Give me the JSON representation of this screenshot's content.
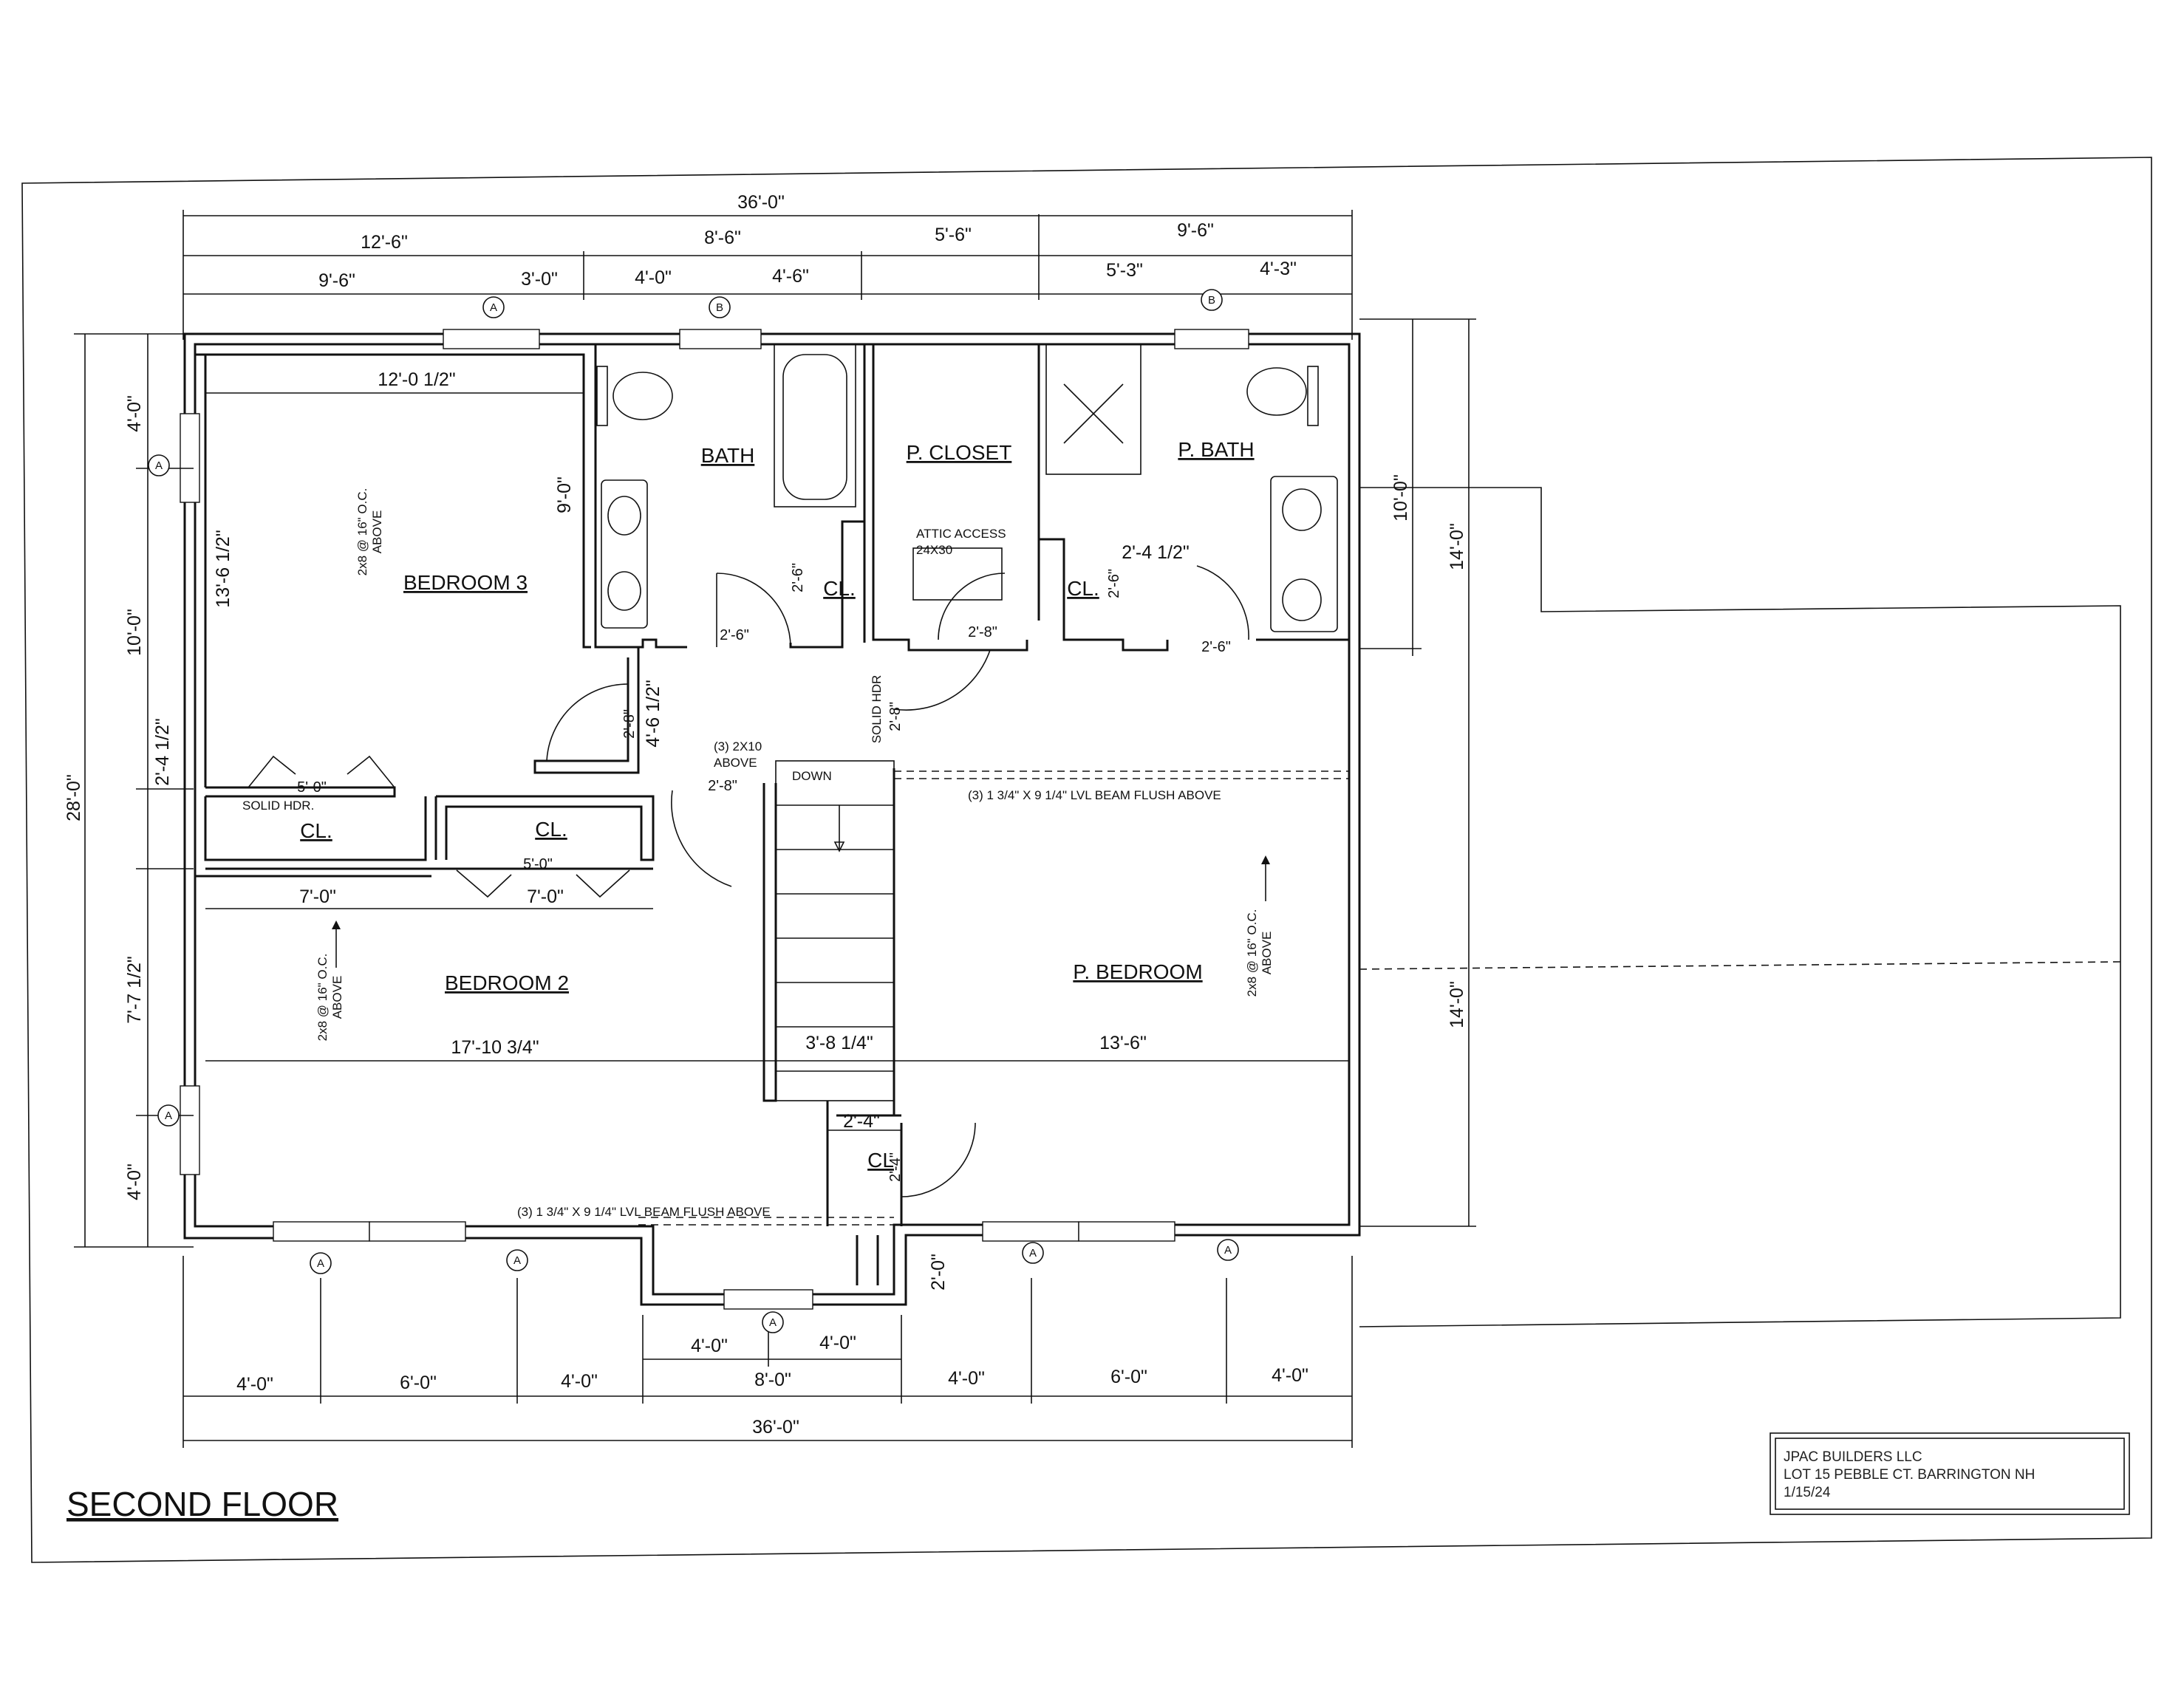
{
  "drawing": {
    "title": "SECOND FLOOR",
    "title_block": {
      "company": "JPAC BUILDERS LLC",
      "location": "LOT 15 PEBBLE CT.  BARRINGTON NH",
      "date": "1/15/24"
    }
  },
  "rooms": {
    "bedroom3": "BEDROOM 3",
    "bath": "BATH",
    "p_closet": "P. CLOSET",
    "p_bath": "P. BATH",
    "bedroom2": "BEDROOM 2",
    "p_bedroom": "P. BEDROOM",
    "cl": "CL.",
    "cl_stair": "CL"
  },
  "notes": {
    "joist": "2x8 @ 16\" O.C.",
    "above": "ABOVE",
    "attic_access": "ATTIC ACCESS",
    "attic_size": "24X30",
    "solid_hdr": "SOLID HDR.",
    "solid_hdr_v": "SOLID HDR",
    "header_2x10": "(3) 2X10",
    "header_above": "ABOVE",
    "lvl_beam": "(3) 1 3/4\" X 9 1/4\" LVL BEAM  FLUSH ABOVE",
    "down": "DOWN"
  },
  "grid_marks": {
    "a": "A",
    "b": "B"
  },
  "dims": {
    "overall_width": "36'-0\"",
    "overall_depth": "28'-0\"",
    "top_row2": [
      "12'-6\"",
      "8'-6\"",
      "5'-6\"",
      "9'-6\""
    ],
    "top_row3": [
      "9'-6\"",
      "3'-0\"",
      "4'-0\"",
      "4'-6\"",
      "5'-3\"",
      "4'-3\""
    ],
    "left_row": [
      "4'-0\"",
      "10'-0\"",
      "2'-4 1/2\"",
      "7'-7 1/2\"",
      "4'-0\""
    ],
    "right_row": [
      "10'-0\"",
      "14'-0\"",
      "14'-0\""
    ],
    "bottom_row1": [
      "4'-0\"",
      "4'-0\""
    ],
    "bottom_row2": [
      "4'-0\"",
      "6'-0\"",
      "4'-0\"",
      "8'-0\"",
      "4'-0\"",
      "6'-0\"",
      "4'-0\""
    ],
    "interior": {
      "br3_width": "12'-0 1/2\"",
      "br3_depth": "13'-6 1/2\"",
      "bath_depth": "9'-0\"",
      "hall_depth": "4'-6 1/2\"",
      "br2_width": "17'-10 3/4\"",
      "stair_width": "3'-8 1/4\"",
      "pbr_width": "13'-6\"",
      "pbath_door": "2'-4 1/2\"",
      "cl_width": "7'-0\"",
      "bifold": "5'-0\"",
      "door_26": "2'-6\"",
      "door_28": "2'-8\"",
      "cl_stair_w": "2'-4\"",
      "cl_stair_d": "2'-4\"",
      "bump": "2'-0\""
    }
  }
}
